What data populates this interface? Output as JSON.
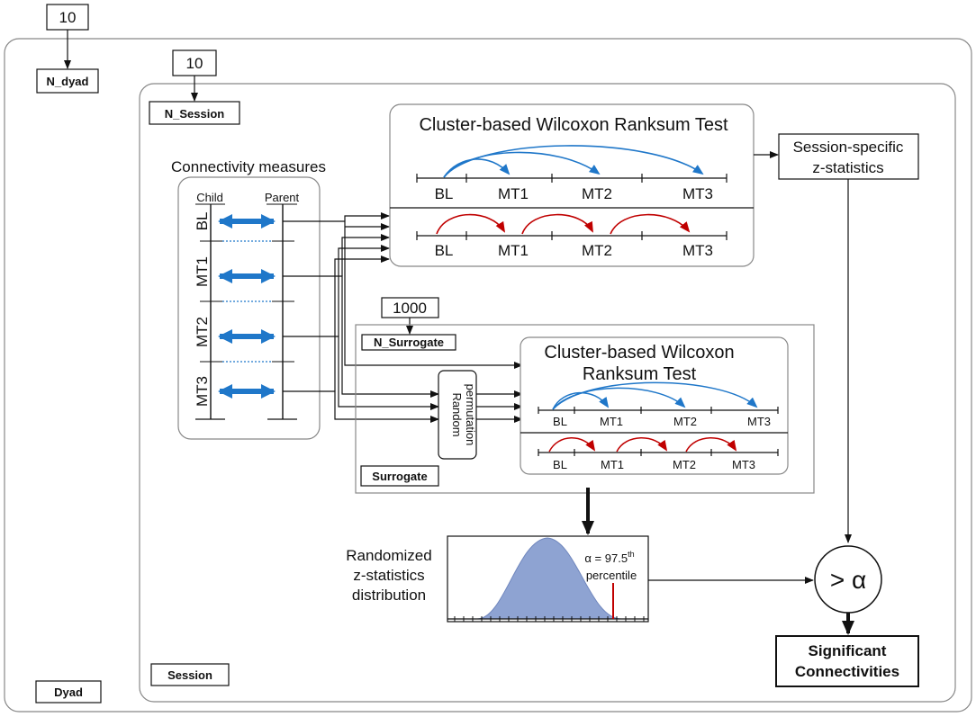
{
  "dyad": {
    "count": "10",
    "count_label": "N_dyad",
    "plate_label": "Dyad"
  },
  "session": {
    "count": "10",
    "count_label": "N_Session",
    "plate_label": "Session"
  },
  "connectivity": {
    "title": "Connectivity measures",
    "child_label": "Child",
    "parent_label": "Parent",
    "conditions": [
      "BL",
      "MT1",
      "MT2",
      "MT3"
    ]
  },
  "cluster_test": {
    "title": "Cluster-based Wilcoxon Ranksum Test",
    "axis_labels": [
      "BL",
      "MT1",
      "MT2",
      "MT3"
    ]
  },
  "session_stats": {
    "line1": "Session-specific",
    "line2": "z-statistics"
  },
  "surrogate": {
    "count": "1000",
    "count_label": "N_Surrogate",
    "plate_label": "Surrogate",
    "permutation_line1": "Random",
    "permutation_line2": "permutation",
    "test_title_line1": "Cluster-based Wilcoxon",
    "test_title_line2": "Ranksum Test",
    "axis_labels": [
      "BL",
      "MT1",
      "MT2",
      "MT3"
    ]
  },
  "distribution": {
    "label_line1": "Randomized",
    "label_line2": "z-statistics",
    "label_line3": "distribution",
    "alpha_prefix": "α = 97.5",
    "alpha_sup": "th",
    "alpha_line2": "percentile"
  },
  "comparison": {
    "symbol": "> α"
  },
  "result": {
    "line1": "Significant",
    "line2": "Connectivities"
  },
  "colors": {
    "blue": "#1f77c9",
    "red": "#c00000",
    "dist_fill": "#8ea3d2",
    "frame": "#888888"
  }
}
